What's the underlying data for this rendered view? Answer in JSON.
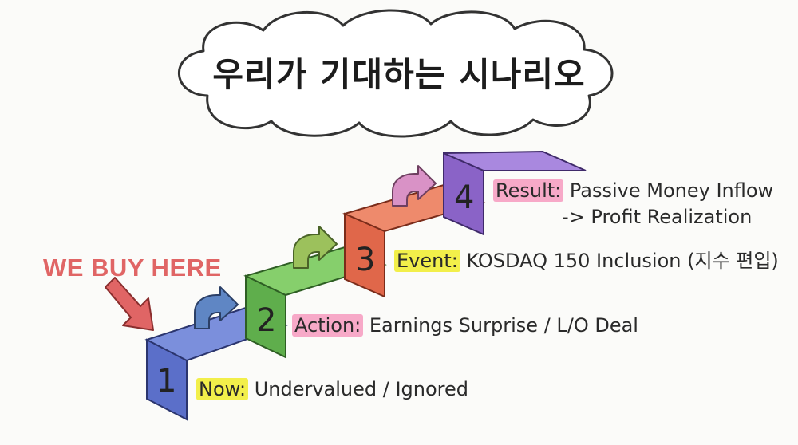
{
  "title": "우리가 기대하는 시나리오",
  "buy_label": "WE BUY HERE",
  "steps": [
    {
      "number": "1",
      "label": "Now:",
      "text": "Undervalued / Ignored",
      "color": "#5b6fc9",
      "highlight": "#f2ef4a"
    },
    {
      "number": "2",
      "label": "Action:",
      "text": "Earnings Surprise / L/O Deal",
      "color": "#5fae4c",
      "highlight": "#f7a9c8"
    },
    {
      "number": "3",
      "label": "Event:",
      "text": "KOSDAQ 150 Inclusion (지수 편입)",
      "color": "#e0674a",
      "highlight": "#f2ef4a"
    },
    {
      "number": "4",
      "label": "Result:",
      "text": "Passive Money Inflow",
      "text2": "-> Profit Realization",
      "color": "#8a63c7",
      "highlight": "#f7a9c8"
    }
  ],
  "arrow_colors": [
    "#5f86c4",
    "#9cc15c",
    "#d992c6"
  ],
  "buy_arrow_color": "#e06565"
}
